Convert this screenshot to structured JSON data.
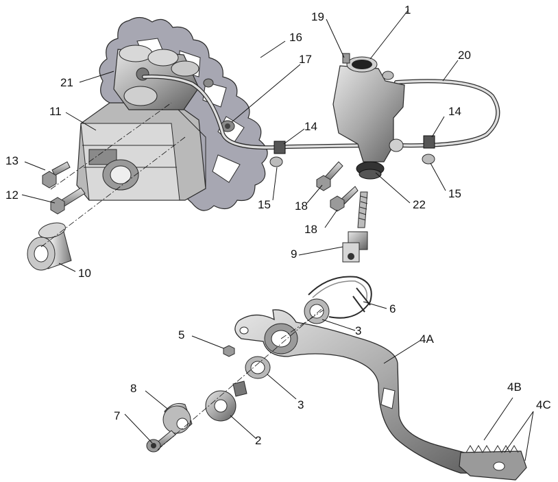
{
  "callouts": {
    "c1": "1",
    "c2": "2",
    "c3a": "3",
    "c3b": "3",
    "c4a": "4A",
    "c4b": "4B",
    "c4c": "4C",
    "c5": "5",
    "c6": "6",
    "c7": "7",
    "c8": "8",
    "c9": "9",
    "c10": "10",
    "c11": "11",
    "c12": "12",
    "c13": "13",
    "c14a": "14",
    "c14b": "14",
    "c15a": "15",
    "c15b": "15",
    "c16": "16",
    "c17": "17",
    "c18a": "18",
    "c18b": "18",
    "c19": "19",
    "c20": "20",
    "c21": "21",
    "c22": "22"
  },
  "colors": {
    "metal_light": "#d4d4d4",
    "metal_mid": "#a8a8a8",
    "metal_dark": "#6a6a6a",
    "outline": "#2a2a2a",
    "rotor": "#9a9aa6"
  }
}
